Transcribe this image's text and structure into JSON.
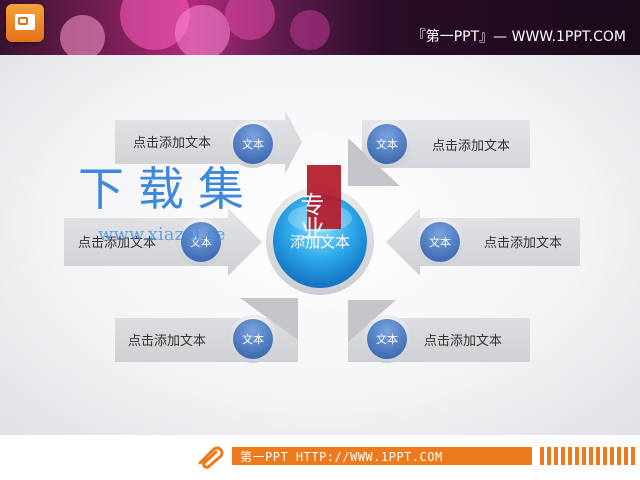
{
  "header": {
    "site_text": "『第一PPT』— WWW.1PPT.COM"
  },
  "diagram": {
    "center_label": "添加文本",
    "nodes": [
      {
        "node_label": "文本",
        "text": "点击添加文本"
      },
      {
        "node_label": "文本",
        "text": "点击添加文本"
      },
      {
        "node_label": "文本",
        "text": "点击添加文本"
      },
      {
        "node_label": "文本",
        "text": "点击添加文本"
      },
      {
        "node_label": "文本",
        "text": "点击添加文本"
      },
      {
        "node_label": "文本",
        "text": "点击添加文本"
      }
    ]
  },
  "watermark": {
    "big_text": "下载集",
    "seal_text": "专业",
    "url_text": "www.xiazai.re"
  },
  "footer": {
    "text": "第一PPT HTTP://WWW.1PPT.COM"
  },
  "colors": {
    "accent": "#ee7a1e",
    "node_blue": "#4a7cc4",
    "center_blue": "#2aa6e8",
    "arrow_gray": "#d4d5d8"
  }
}
